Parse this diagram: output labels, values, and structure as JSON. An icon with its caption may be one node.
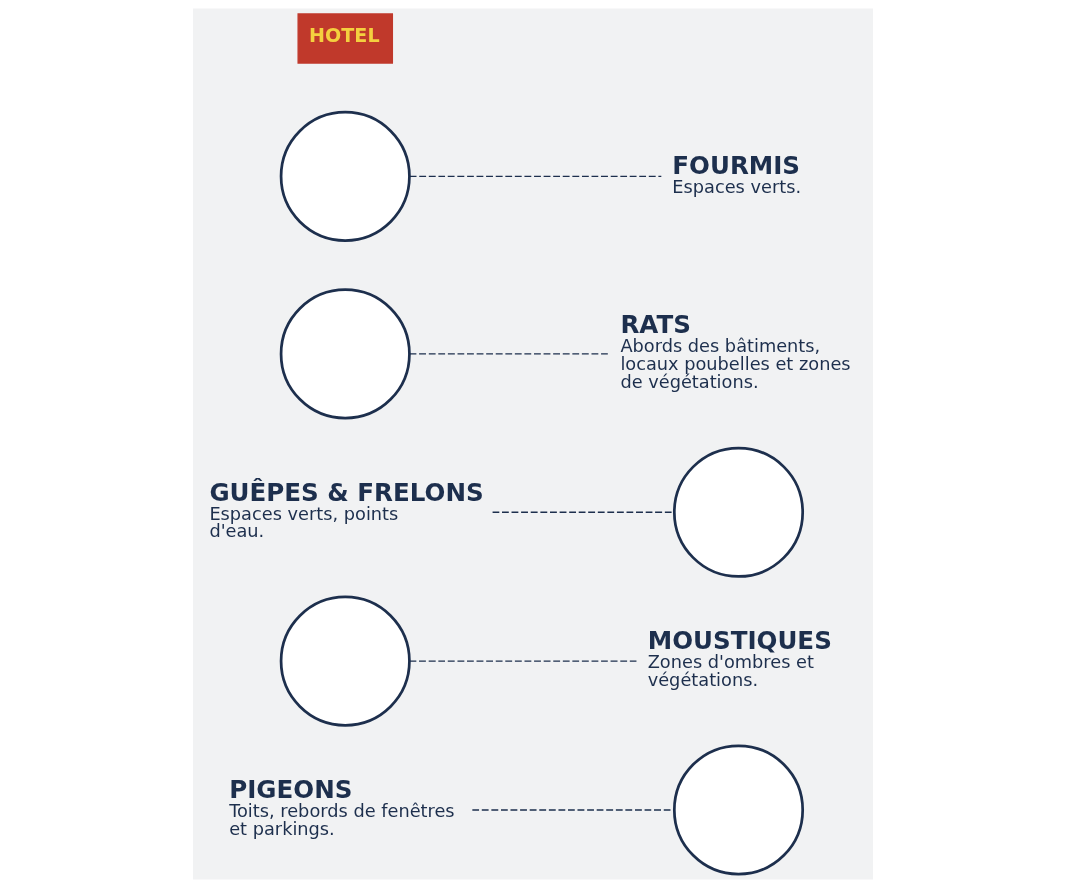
{
  "diagram": {
    "nodes": [
      {
        "text": [
          "PIGEONS",
          "Toits, rebords de fenêtres et parkings."
        ]
      },
      {
        "text": [],
        "shape": "circle"
      },
      {
        "text": [
          "MOUSTIQUES",
          "Zones d'ombres et végétations."
        ]
      },
      {
        "text": [],
        "shape": "circle"
      },
      {
        "text": [],
        "shape": "circle"
      },
      {
        "text": [],
        "shape": "circle"
      },
      {
        "text": [
          "RATS",
          "Abords des bâtiments, locaux poubelles et zones de végétations."
        ]
      },
      {
        "text": [
          "GUÊPES & FRELONS",
          "Espaces verts, points d'eau."
        ]
      },
      {
        "text": [],
        "shape": "circle"
      },
      {
        "text": [
          "FOURMIS",
          "Espaces verts."
        ]
      }
    ],
    "edges": [
      {
        "from": 0,
        "to": 1,
        "arrow": "none",
        "style": "dashed"
      },
      {
        "from": 3,
        "to": 2,
        "arrow": "none",
        "style": "dashed"
      },
      {
        "from": 7,
        "to": 4,
        "arrow": "none",
        "style": "dashed"
      },
      {
        "from": 5,
        "to": 6,
        "arrow": "none",
        "style": "dashed"
      },
      {
        "from": 8,
        "to": 9,
        "arrow": "none",
        "style": "dashed"
      }
    ],
    "labels": [
      "HOTEL"
    ]
  }
}
